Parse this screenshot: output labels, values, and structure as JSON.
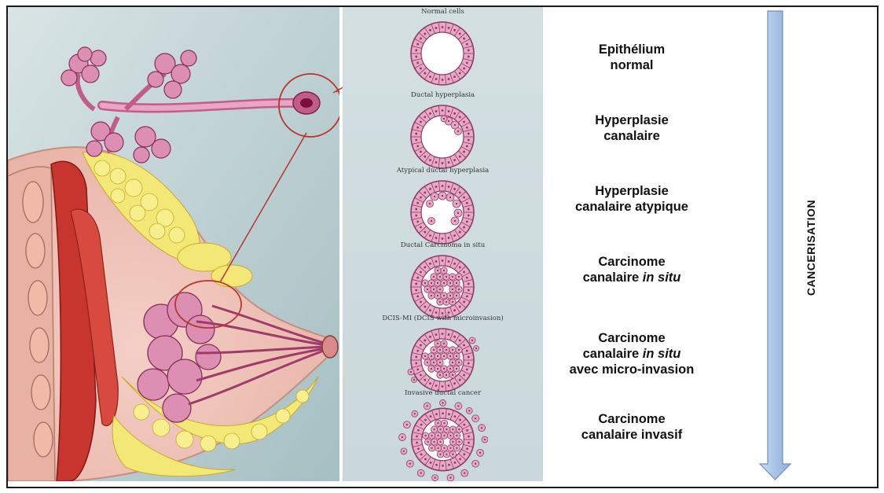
{
  "stages": [
    {
      "caption": "Normal cells",
      "label_line1": "Epithélium",
      "label_line2": "normal",
      "label_line2_italic": "",
      "label_line3": ""
    },
    {
      "caption": "Ductal hyperplasia",
      "label_line1": "Hyperplasie",
      "label_line2": "canalaire",
      "label_line2_italic": "",
      "label_line3": ""
    },
    {
      "caption": "Atypical ductal hyperplasia",
      "label_line1": "Hyperplasie",
      "label_line2": "canalaire atypique",
      "label_line2_italic": "",
      "label_line3": ""
    },
    {
      "caption": "Ductal Carcinoma in situ",
      "label_line1": "Carcinome",
      "label_line2": "canalaire ",
      "label_line2_italic": "in situ",
      "label_line3": ""
    },
    {
      "caption": "DCIS-MI (DCIS with microinvasion)",
      "label_line1": "Carcinome",
      "label_line2": "canalaire ",
      "label_line2_italic": "in situ",
      "label_line3": "avec micro-invasion"
    },
    {
      "caption": "Invasive ductal cancer",
      "label_line1": "Carcinome",
      "label_line2": "canalaire invasif",
      "label_line2_italic": "",
      "label_line3": ""
    }
  ],
  "progression_label": "CANCERISATION",
  "colors": {
    "cell_fill": "#e9a9c6",
    "cell_stroke": "#8a3c63",
    "panel_bg": "#cfdcde",
    "arrow_fill": "#a9c3e6",
    "arrow_stroke": "#6d8fc2",
    "fat": "#f3e875",
    "muscle": "#c8352f",
    "lobule": "#dc8fb3"
  }
}
